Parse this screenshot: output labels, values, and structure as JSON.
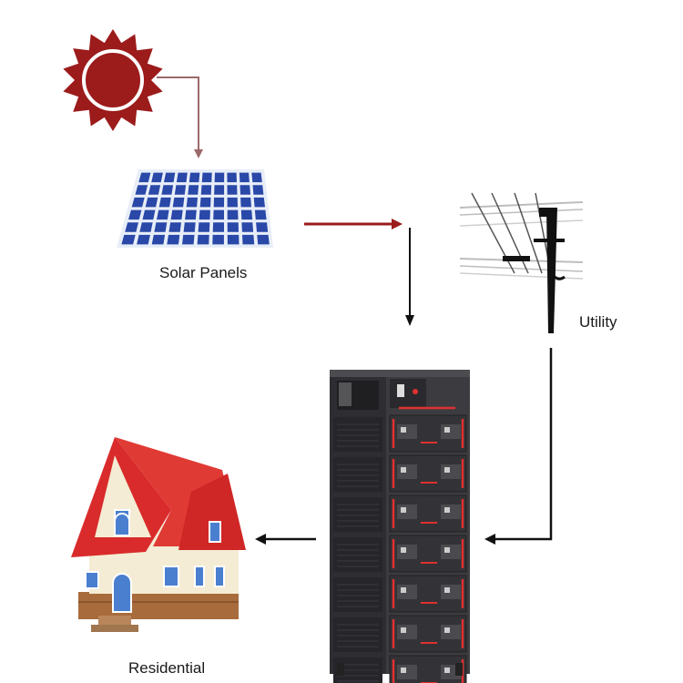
{
  "nodes": {
    "solar_panels": {
      "label": "Solar Panels"
    },
    "utility": {
      "label": "Utility"
    },
    "residential": {
      "label": "Residential"
    }
  },
  "colors": {
    "sun": "#9c1b1b",
    "sun_ring": "#ffffff",
    "panel": "#2a48a8",
    "panel_frame": "#e8eef8",
    "red_arrow": "#9c1b1b",
    "black_arrow": "#111111",
    "cabinet": "#3a3a3e",
    "cabinet_dark": "#2a2a2e",
    "cable": "#e03030",
    "roof": "#d92b2b",
    "wall": "#f4ecd4",
    "window": "#4a7fd0",
    "brick": "#a86b3c"
  },
  "icons": [
    "sun-icon",
    "solar-panel-icon",
    "utility-pole-icon",
    "battery-cabinet-icon",
    "house-icon"
  ]
}
